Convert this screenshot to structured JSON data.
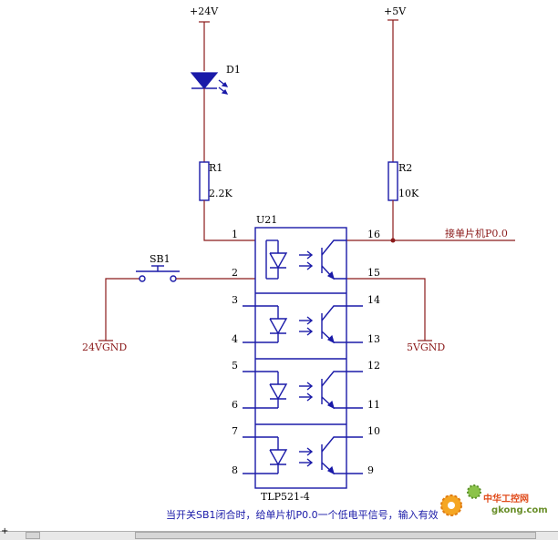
{
  "supplies": {
    "v24": "+24V",
    "v5": "+5V"
  },
  "grounds": {
    "g24": "24VGND",
    "g5": "5VGND"
  },
  "components": {
    "d1": "D1",
    "r1_ref": "R1",
    "r1_val": "2.2K",
    "r2_ref": "R2",
    "r2_val": "10K",
    "sb1": "SB1",
    "u21_ref": "U21",
    "u21_part": "TLP521-4"
  },
  "pins": {
    "p1": "1",
    "p2": "2",
    "p3": "3",
    "p4": "4",
    "p5": "5",
    "p6": "6",
    "p7": "7",
    "p8": "8",
    "p9": "9",
    "p10": "10",
    "p11": "11",
    "p12": "12",
    "p13": "13",
    "p14": "14",
    "p15": "15",
    "p16": "16"
  },
  "net_label": "接单片机P0.0",
  "caption": "当开关SB1闭合时，给单片机P0.0一个低电平信号，输入有效",
  "watermark": {
    "cn": "中华工控网",
    "url": "gkong.com"
  },
  "status_bar": {
    "left_mark": "+"
  },
  "colors": {
    "wire": "#8b1a1a",
    "component": "#1a1aa8",
    "caption": "#1a1aa8"
  }
}
